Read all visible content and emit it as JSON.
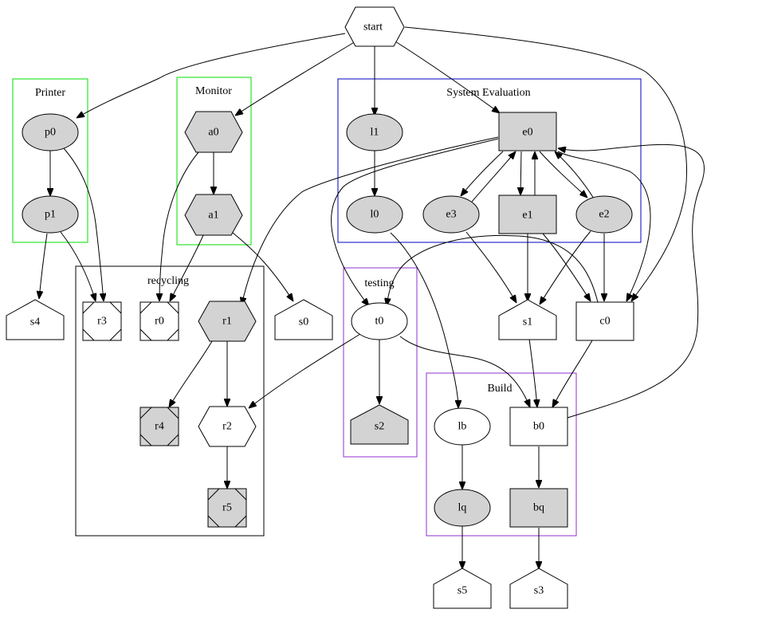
{
  "graph": {
    "clusters": [
      {
        "id": "printer",
        "label": "Printer",
        "color": "#00e000"
      },
      {
        "id": "monitor",
        "label": "Monitor",
        "color": "#00e000"
      },
      {
        "id": "sys_eval",
        "label": "System Evaluation",
        "color": "#0000c0"
      },
      {
        "id": "recycling",
        "label": "recycling",
        "color": "#000000"
      },
      {
        "id": "testing",
        "label": "testing",
        "color": "#9030d0"
      },
      {
        "id": "build",
        "label": "Build",
        "color": "#9030d0"
      }
    ],
    "nodes": [
      {
        "id": "start",
        "label": "start",
        "shape": "hexagon",
        "filled": false
      },
      {
        "id": "p0",
        "label": "p0",
        "shape": "ellipse",
        "filled": true,
        "cluster": "printer"
      },
      {
        "id": "p1",
        "label": "p1",
        "shape": "ellipse",
        "filled": true,
        "cluster": "printer"
      },
      {
        "id": "a0",
        "label": "a0",
        "shape": "hexagon",
        "filled": true,
        "cluster": "monitor"
      },
      {
        "id": "a1",
        "label": "a1",
        "shape": "hexagon",
        "filled": true,
        "cluster": "monitor"
      },
      {
        "id": "l1",
        "label": "l1",
        "shape": "ellipse",
        "filled": true,
        "cluster": "sys_eval"
      },
      {
        "id": "l0",
        "label": "l0",
        "shape": "ellipse",
        "filled": true,
        "cluster": "sys_eval"
      },
      {
        "id": "e0",
        "label": "e0",
        "shape": "box",
        "filled": true,
        "cluster": "sys_eval"
      },
      {
        "id": "e3",
        "label": "e3",
        "shape": "ellipse",
        "filled": true,
        "cluster": "sys_eval"
      },
      {
        "id": "e1",
        "label": "e1",
        "shape": "box",
        "filled": true,
        "cluster": "sys_eval"
      },
      {
        "id": "e2",
        "label": "e2",
        "shape": "ellipse",
        "filled": true,
        "cluster": "sys_eval"
      },
      {
        "id": "s4",
        "label": "s4",
        "shape": "house",
        "filled": false
      },
      {
        "id": "r3",
        "label": "r3",
        "shape": "Msquare",
        "filled": false,
        "cluster": "recycling"
      },
      {
        "id": "r0",
        "label": "r0",
        "shape": "Msquare",
        "filled": false,
        "cluster": "recycling"
      },
      {
        "id": "r1",
        "label": "r1",
        "shape": "hexagon",
        "filled": true,
        "cluster": "recycling"
      },
      {
        "id": "r4",
        "label": "r4",
        "shape": "Msquare",
        "filled": true,
        "cluster": "recycling"
      },
      {
        "id": "r2",
        "label": "r2",
        "shape": "hexagon",
        "filled": false,
        "cluster": "recycling"
      },
      {
        "id": "r5",
        "label": "r5",
        "shape": "Msquare",
        "filled": true,
        "cluster": "recycling"
      },
      {
        "id": "s0",
        "label": "s0",
        "shape": "house",
        "filled": false
      },
      {
        "id": "t0",
        "label": "t0",
        "shape": "ellipse",
        "filled": false,
        "cluster": "testing"
      },
      {
        "id": "s2",
        "label": "s2",
        "shape": "house",
        "filled": true,
        "cluster": "testing"
      },
      {
        "id": "s1",
        "label": "s1",
        "shape": "house",
        "filled": false
      },
      {
        "id": "c0",
        "label": "c0",
        "shape": "box",
        "filled": false
      },
      {
        "id": "lb",
        "label": "lb",
        "shape": "ellipse",
        "filled": false,
        "cluster": "build"
      },
      {
        "id": "b0",
        "label": "b0",
        "shape": "box",
        "filled": false,
        "cluster": "build"
      },
      {
        "id": "lq",
        "label": "lq",
        "shape": "ellipse",
        "filled": true,
        "cluster": "build"
      },
      {
        "id": "bq",
        "label": "bq",
        "shape": "box",
        "filled": true,
        "cluster": "build"
      },
      {
        "id": "s5",
        "label": "s5",
        "shape": "house",
        "filled": false
      },
      {
        "id": "s3",
        "label": "s3",
        "shape": "house",
        "filled": false
      }
    ],
    "edges": [
      [
        "start",
        "p0"
      ],
      [
        "start",
        "a0"
      ],
      [
        "start",
        "l1"
      ],
      [
        "start",
        "e0"
      ],
      [
        "start",
        "c0"
      ],
      [
        "p0",
        "p1"
      ],
      [
        "p0",
        "r3"
      ],
      [
        "p1",
        "s4"
      ],
      [
        "p1",
        "r3"
      ],
      [
        "a0",
        "a1"
      ],
      [
        "a0",
        "r0"
      ],
      [
        "a1",
        "r0"
      ],
      [
        "a1",
        "s0"
      ],
      [
        "l1",
        "l0"
      ],
      [
        "l0",
        "lb"
      ],
      [
        "e0",
        "e3"
      ],
      [
        "e3",
        "e0"
      ],
      [
        "e0",
        "e1"
      ],
      [
        "e1",
        "e0"
      ],
      [
        "e0",
        "e2"
      ],
      [
        "e2",
        "e0"
      ],
      [
        "e0",
        "r1"
      ],
      [
        "e0",
        "t0"
      ],
      [
        "e0",
        "c0"
      ],
      [
        "e3",
        "s1"
      ],
      [
        "e1",
        "s1"
      ],
      [
        "e2",
        "s1"
      ],
      [
        "e1",
        "c0"
      ],
      [
        "e2",
        "c0"
      ],
      [
        "c0",
        "t0"
      ],
      [
        "c0",
        "b0"
      ],
      [
        "s1",
        "b0"
      ],
      [
        "b0",
        "e0"
      ],
      [
        "b0",
        "bq"
      ],
      [
        "bq",
        "s3"
      ],
      [
        "lb",
        "lq"
      ],
      [
        "lq",
        "s5"
      ],
      [
        "t0",
        "s2"
      ],
      [
        "t0",
        "r2"
      ],
      [
        "t0",
        "b0"
      ],
      [
        "r1",
        "r4"
      ],
      [
        "r1",
        "r2"
      ],
      [
        "r2",
        "r5"
      ]
    ],
    "fill_color": "#d3d3d3"
  }
}
